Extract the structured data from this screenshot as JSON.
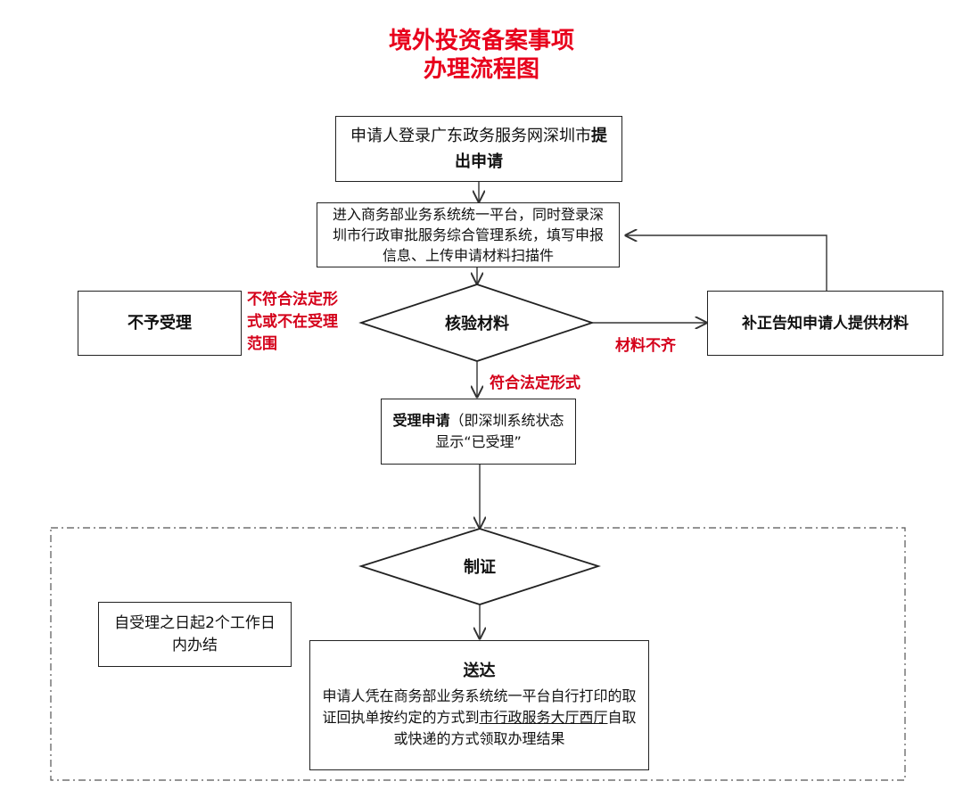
{
  "title": {
    "line1": "境外投资备案事项",
    "line2": "办理流程图"
  },
  "step1": {
    "text_a": "申请人登录广东政务服务网深圳市",
    "text_b": "提出申请"
  },
  "step2": {
    "text": "进入商务部业务系统统一平台，同时登录深圳市行政审批服务综合管理系统，填写申报信息、上传申请材料扫描件"
  },
  "verify": {
    "label": "核验材料"
  },
  "reject": {
    "label": "不予受理",
    "condition": "不符合法定形式或不在受理范围"
  },
  "supplement": {
    "label": "补正告知申请人提供材料",
    "condition": "材料不齐"
  },
  "accept": {
    "label_bold": "受理申请",
    "label_rest": "（即深圳系统状态显示“已受理”",
    "condition": "符合法定形式"
  },
  "produce": {
    "label": "制证"
  },
  "timelimit": {
    "text": "自受理之日起2个工作日内办结"
  },
  "deliver": {
    "title": "送达",
    "text_a": "申请人凭在商务部业务系统统一平台自行打印的取证回执单按约定的方式到",
    "text_underline": "市行政服务大厅西厅",
    "text_b": "自取或快递的方式领取办理结果"
  }
}
